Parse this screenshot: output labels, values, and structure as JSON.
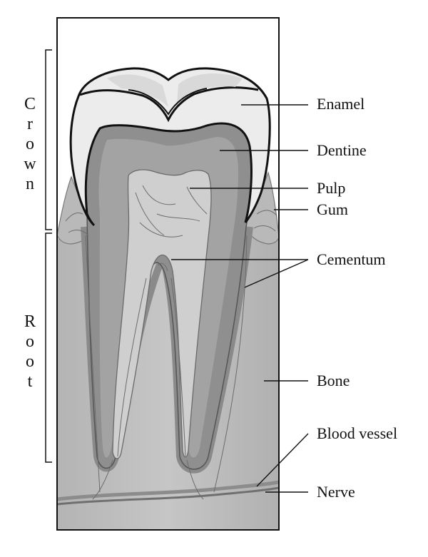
{
  "labels": {
    "enamel": "Enamel",
    "dentine": "Dentine",
    "pulp": "Pulp",
    "gum": "Gum",
    "cementum": "Cementum",
    "bone": "Bone",
    "blood_vessel": "Blood vessel",
    "nerve": "Nerve"
  },
  "brackets": {
    "crown": [
      "C",
      "r",
      "o",
      "w",
      "n"
    ],
    "root": [
      "R",
      "o",
      "o",
      "t"
    ]
  }
}
